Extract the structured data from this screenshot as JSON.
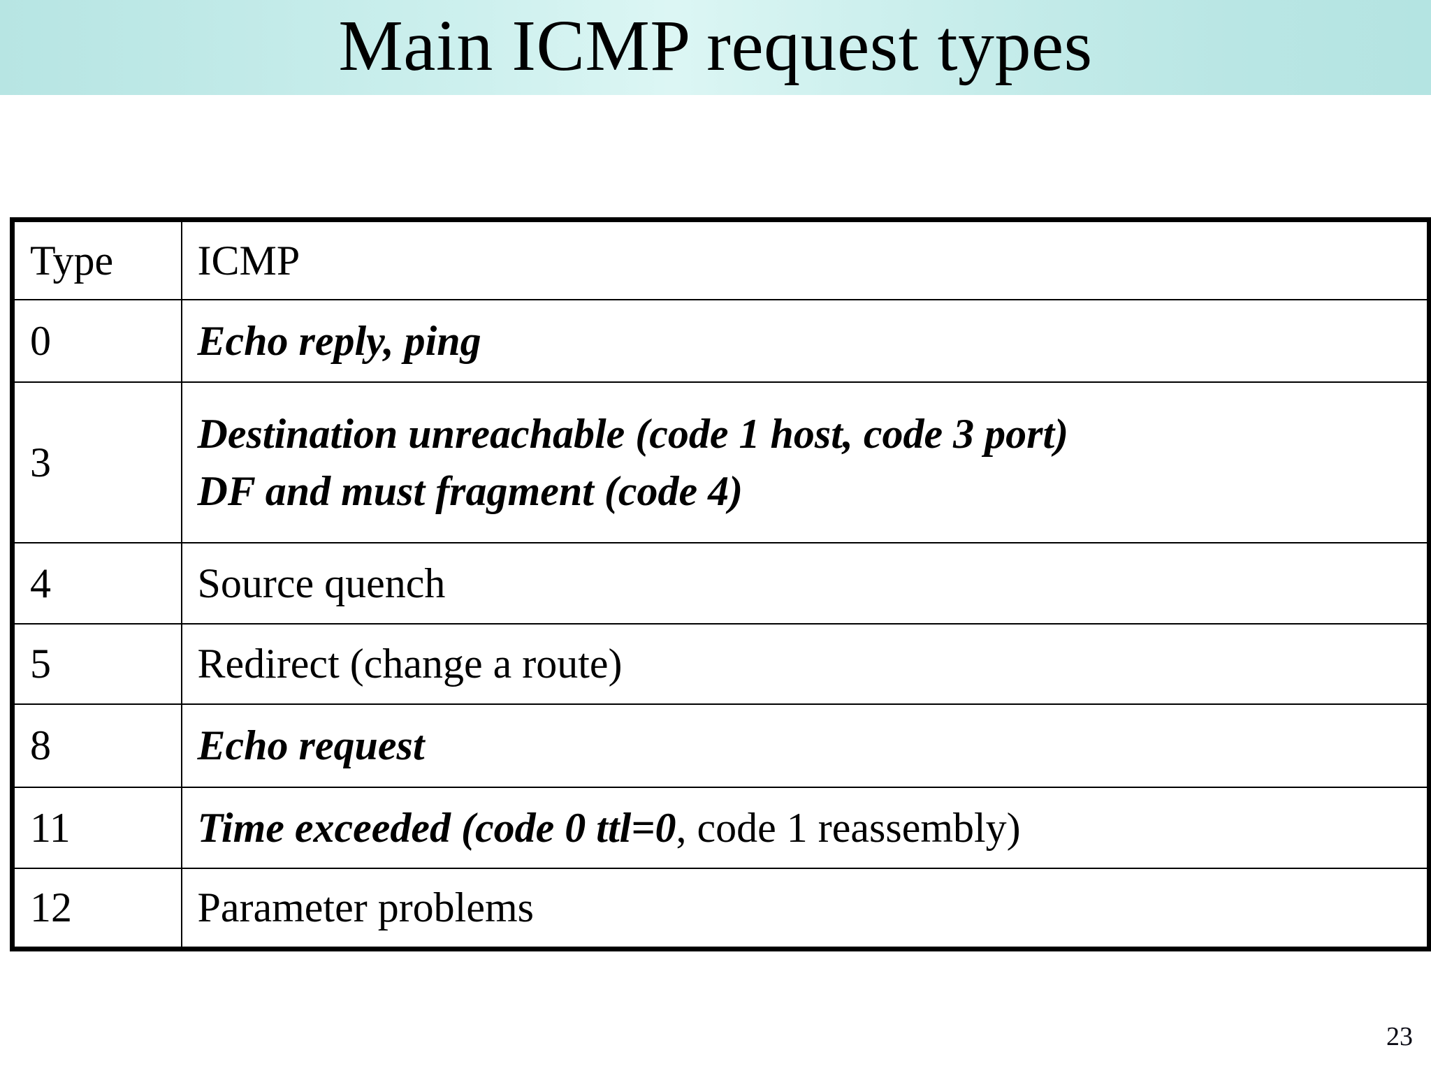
{
  "slide": {
    "title": "Main ICMP request types",
    "page_number": "23",
    "accent_band_color": "#c3ebe9",
    "text_color": "#000000",
    "background_color": "#ffffff"
  },
  "table": {
    "name": "icmp-request-types",
    "headers": {
      "type": "Type",
      "icmp": "ICMP"
    },
    "rows": [
      {
        "type": "0",
        "icmp_line1": "Echo reply, ping",
        "icmp_line2": "",
        "icmp_tail": "",
        "style": "bold-italic"
      },
      {
        "type": "3",
        "icmp_line1": "Destination unreachable (code 1 host, code 3 port)",
        "icmp_line2": "DF and must fragment (code 4)",
        "icmp_tail": "",
        "style": "bold-italic"
      },
      {
        "type": "4",
        "icmp_line1": "Source quench",
        "icmp_line2": "",
        "icmp_tail": "",
        "style": "plain"
      },
      {
        "type": "5",
        "icmp_line1": "Redirect (change a route)",
        "icmp_line2": "",
        "icmp_tail": "",
        "style": "plain"
      },
      {
        "type": "8",
        "icmp_line1": "Echo request",
        "icmp_line2": "",
        "icmp_tail": "",
        "style": "bold-italic"
      },
      {
        "type": "11",
        "icmp_line1": "Time exceeded (code 0 ttl=0",
        "icmp_line2": "",
        "icmp_tail": ", code 1 reassembly)",
        "style": "mixed"
      },
      {
        "type": "12",
        "icmp_line1": "Parameter problems",
        "icmp_line2": "",
        "icmp_tail": "",
        "style": "plain"
      }
    ]
  }
}
